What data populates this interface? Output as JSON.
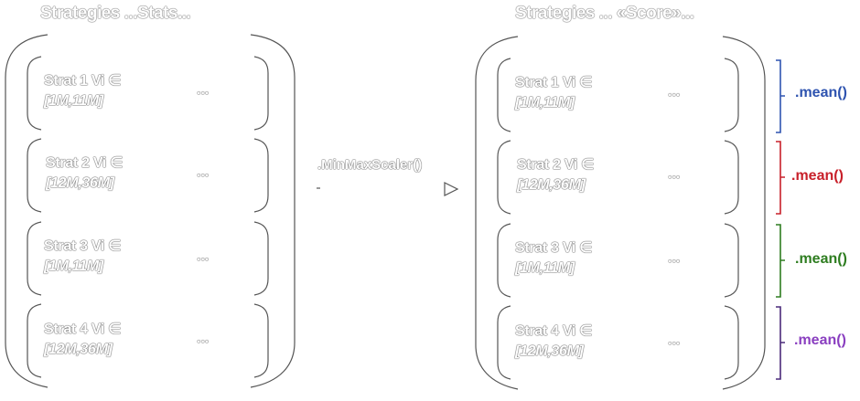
{
  "left_panel": {
    "header": "Strategies ...Stats...",
    "rows": [
      {
        "name": "Strat 1 Vi ∈",
        "range": "[1M,11M]",
        "dots": "..."
      },
      {
        "name": "Strat 2 Vi ∈",
        "range": "[12M,36M]",
        "dots": "..."
      },
      {
        "name": "Strat 3 Vi ∈",
        "range": "[1M,11M]",
        "dots": "..."
      },
      {
        "name": "Strat 4 Vi ∈",
        "range": "[12M,36M]",
        "dots": "..."
      }
    ]
  },
  "transform": {
    "label": ".MinMaxScaler()"
  },
  "right_panel": {
    "header": "Strategies ... «Score»...",
    "rows": [
      {
        "name": "Strat 1 Vi ∈",
        "range": "[1M,11M]",
        "dots": "...",
        "mean": ".mean()",
        "color": "#2f54b0"
      },
      {
        "name": "Strat 2 Vi ∈",
        "range": "[12M,36M]",
        "dots": "...",
        "mean": ".mean()",
        "color": "#c8202a"
      },
      {
        "name": "Strat 3 Vi ∈",
        "range": "[1M,11M]",
        "dots": "...",
        "mean": ".mean()",
        "color": "#2e7d20"
      },
      {
        "name": "Strat 4 Vi ∈",
        "range": "[12M,36M]",
        "dots": "...",
        "mean": ".mean()",
        "color": "#8a3fc0"
      }
    ]
  },
  "colors": {
    "outline": "#555555",
    "bracket_blue": "#2f54b0",
    "bracket_red": "#c8202a",
    "bracket_green": "#2e7d20",
    "bracket_purple": "#4a2a7a"
  }
}
